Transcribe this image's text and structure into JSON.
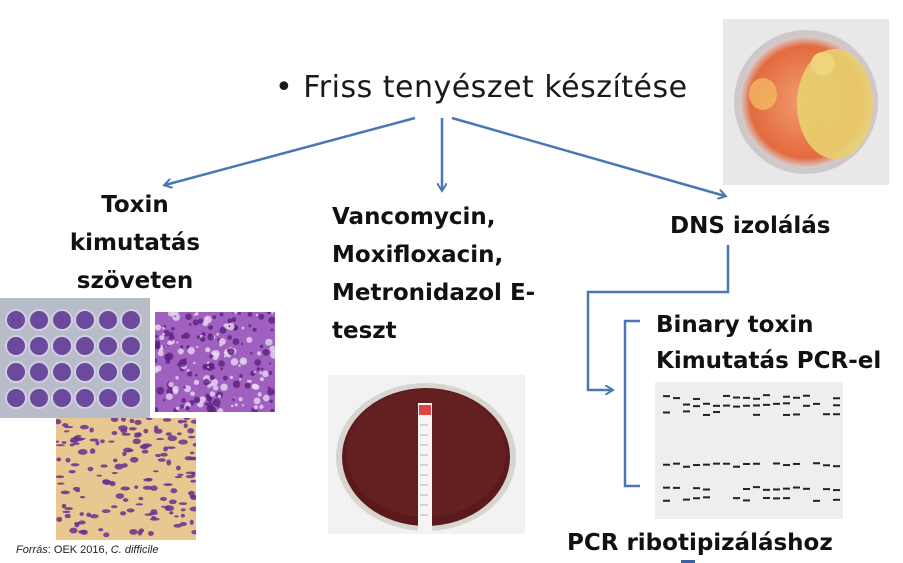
{
  "title": {
    "bullet": "•",
    "text": "Friss tenyészet készítése"
  },
  "branches": {
    "toxin": [
      "Toxin",
      "kimutatás",
      "szöveten"
    ],
    "antibiotics": [
      "Vancomycin,",
      "Moxifloxacin,",
      "Metronidazol E-",
      "teszt"
    ],
    "dna": "DNS izolálás"
  },
  "subbranches": {
    "binary": [
      "Binary toxin",
      "Kimutatás PCR-el"
    ],
    "ribotyping": "PCR ribotipizáláshoz"
  },
  "source": {
    "prefix": "Forrás",
    "text": ": OEK 2016,  ",
    "species": "C. difficile"
  },
  "colors": {
    "arrow": "#4a76b3",
    "plate_red": "#e67a4a",
    "stain": "#6b2f8f",
    "agar": "#5a1a1a"
  },
  "images": [
    "culture-plate-image",
    "well-plate-image",
    "tissue-stain-image",
    "cell-stain-image",
    "etest-plate-image",
    "gel-image"
  ]
}
